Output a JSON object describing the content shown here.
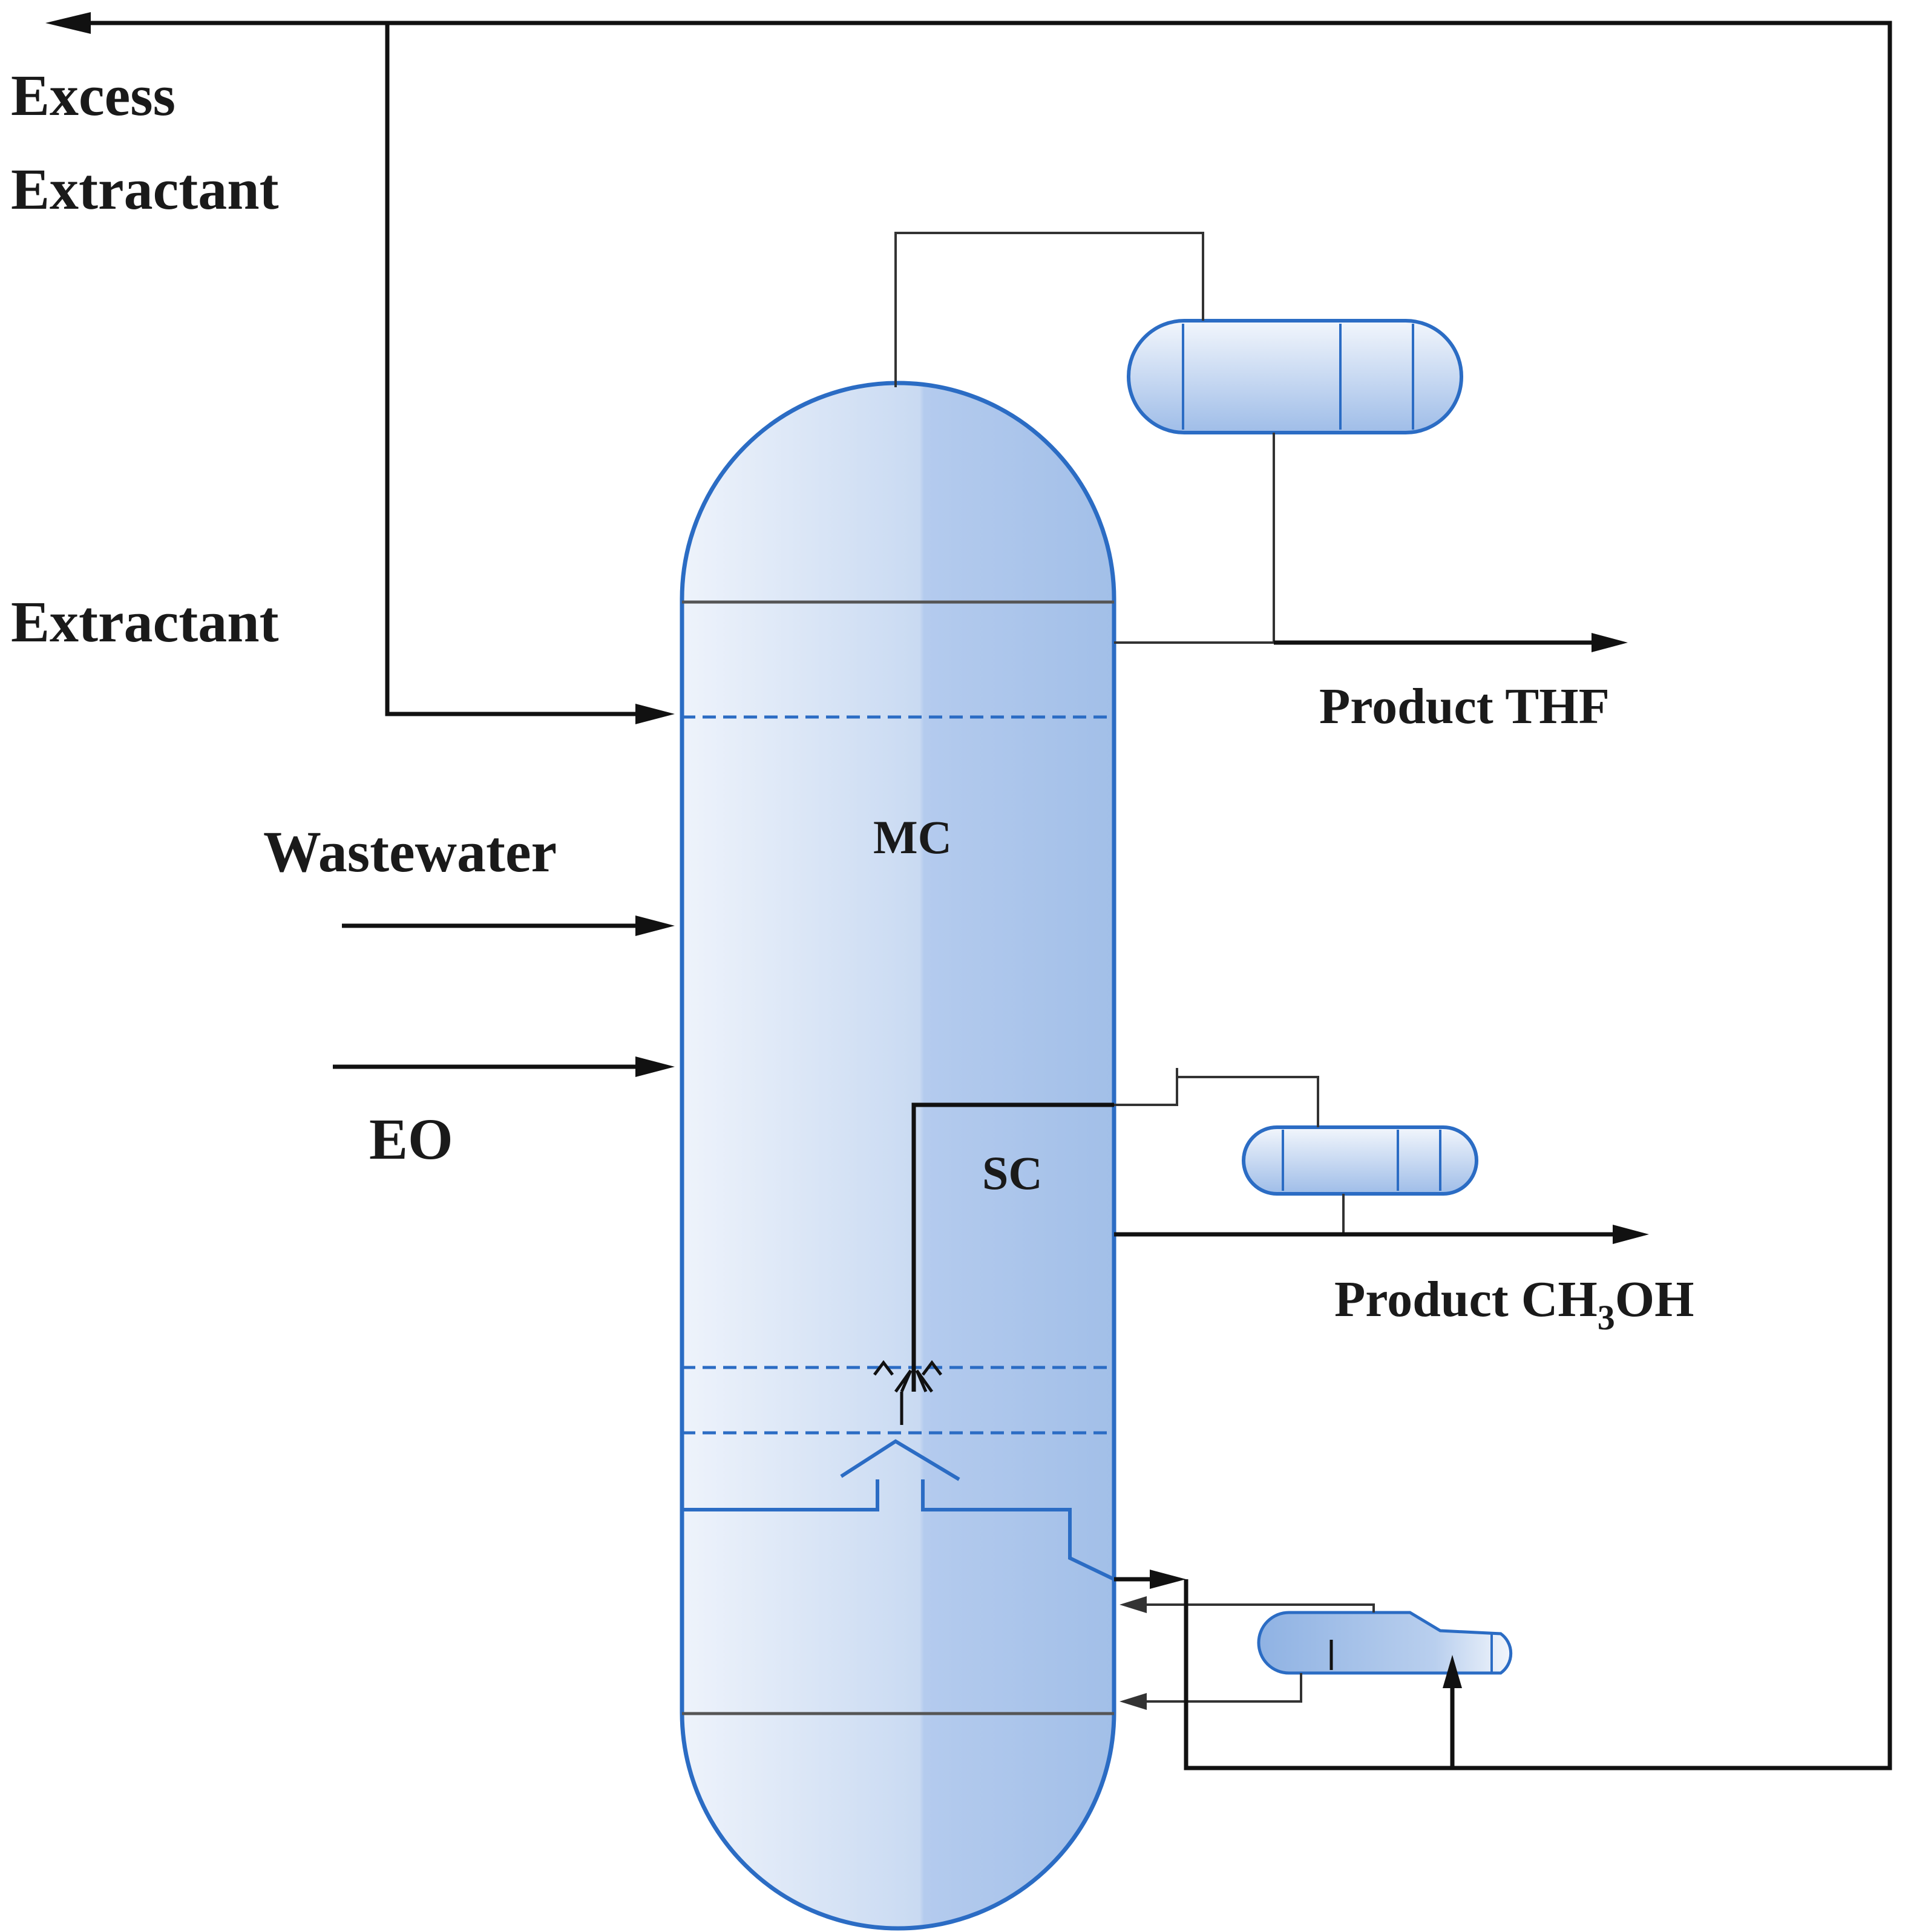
{
  "labels": {
    "excess_extractant_line1": "Excess",
    "excess_extractant_line2": "Extractant",
    "extractant": "Extractant",
    "wastewater": "Wastewater",
    "eo": "EO",
    "main_column": "MC",
    "side_column": "SC",
    "product_thf": "Product THF",
    "product_methanol_prefix": "Product CH",
    "product_methanol_subscript": "3",
    "product_methanol_suffix": "OH"
  },
  "colors": {
    "vessel_stroke": "#2b6cc4",
    "vessel_fill_light": "#e8eff9",
    "vessel_fill_dark": "#a9c4ea",
    "line": "#111111",
    "text": "#1a1a1a"
  }
}
